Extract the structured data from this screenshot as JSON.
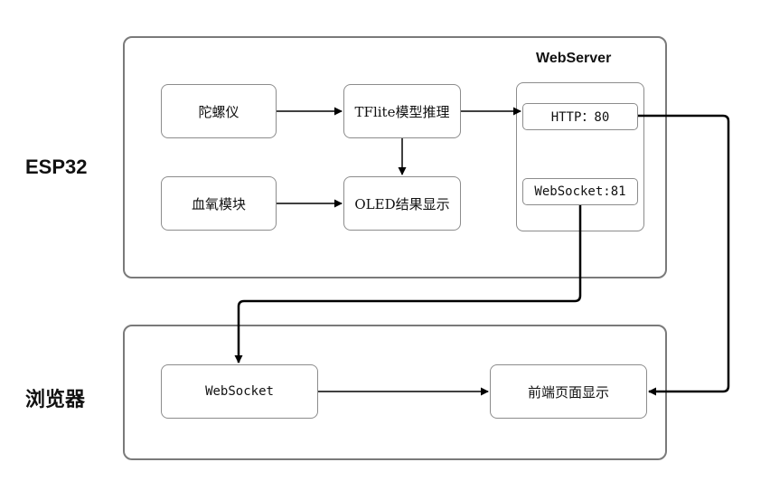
{
  "labels": {
    "esp32": "ESP32",
    "browser": "浏览器",
    "webserver": "WebServer"
  },
  "nodes": {
    "gyro": "陀螺仪",
    "tflite": "TFlite模型推理",
    "spo2": "血氧模块",
    "oled": "OLED结果显示",
    "http": "HTTP：80",
    "ws_server": "WebSocket:81",
    "ws_client": "WebSocket",
    "frontend": "前端页面显示"
  }
}
